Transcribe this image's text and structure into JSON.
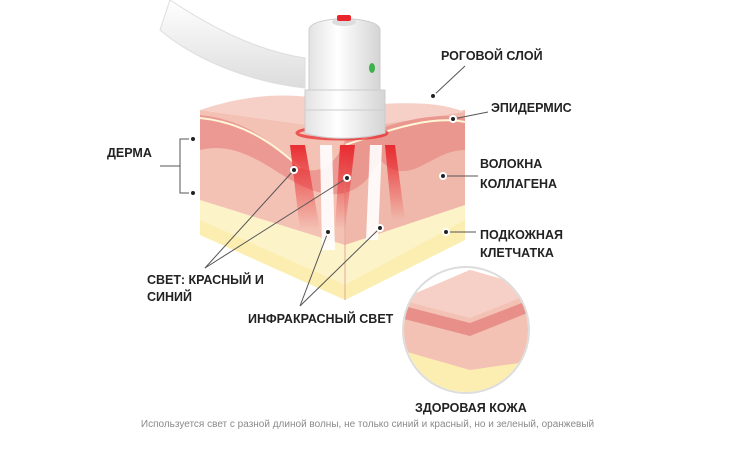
{
  "labels": {
    "stratum_corneum": "РОГОВОЙ СЛОЙ",
    "epidermis": "ЭПИДЕРМИС",
    "dermis": "ДЕРМА",
    "collagen_line1": "ВОЛОКНА",
    "collagen_line2": "КОЛЛАГЕНА",
    "subcutis_line1": "ПОДКОЖНАЯ",
    "subcutis_line2": "КЛЕТЧАТКА",
    "light_line1": "СВЕТ: КРАСНЫЙ И",
    "light_line2": "СИНИЙ",
    "infrared": "ИНФРАКРАСНЫЙ СВЕТ",
    "healthy_skin": "ЗДОРОВАЯ КОЖА"
  },
  "caption": "Используется свет с разной длиной волны, не только синий и красный, но и зеленый, оранжевый",
  "colors": {
    "skin": "#f3c2b4",
    "epidermis": "#e88f8a",
    "fat": "#fbeeb0",
    "light": "#e8262b",
    "indicator": "#3bb34a"
  }
}
